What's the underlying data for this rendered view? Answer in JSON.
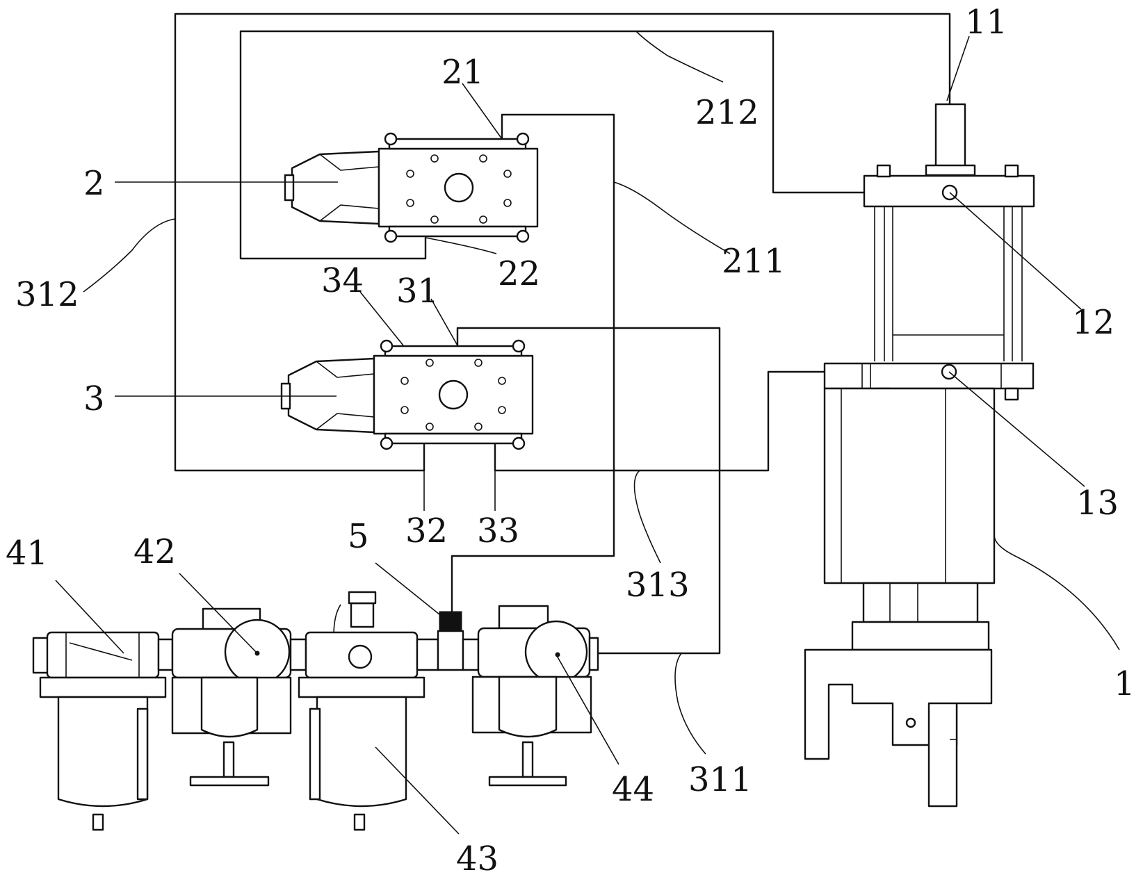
{
  "labels": {
    "l1": "1",
    "l11": "11",
    "l12": "12",
    "l13": "13",
    "l2": "2",
    "l21": "21",
    "l22": "22",
    "l211": "211",
    "l212": "212",
    "l3": "3",
    "l31": "31",
    "l32": "32",
    "l33": "33",
    "l34": "34",
    "l311": "311",
    "l312": "312",
    "l313": "313",
    "l41": "41",
    "l42": "42",
    "l43": "43",
    "l44": "44",
    "l5": "5"
  }
}
